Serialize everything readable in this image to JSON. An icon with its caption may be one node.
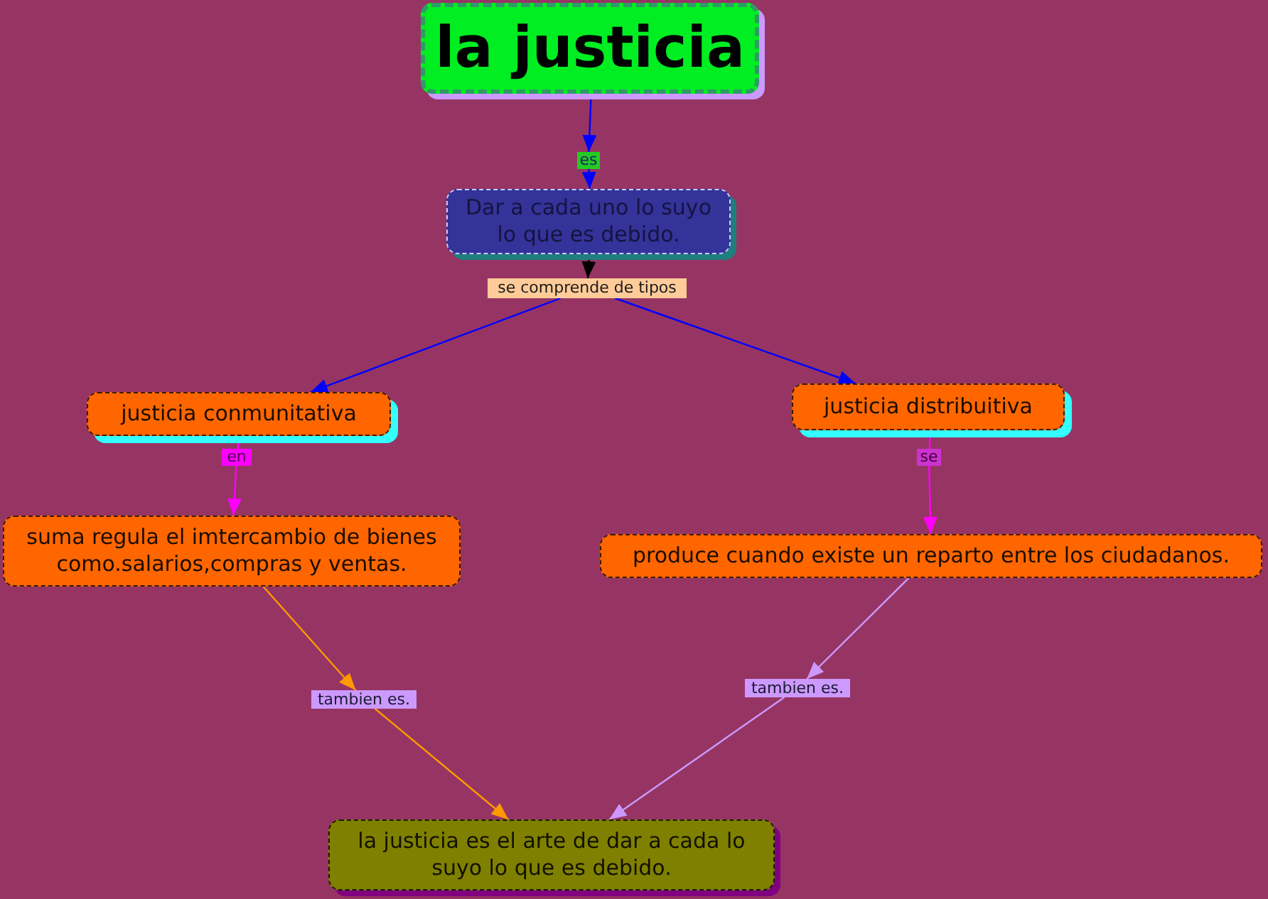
{
  "diagram": {
    "nodes": [
      {
        "text": [
          "la justicia"
        ]
      },
      {
        "text": [
          "es"
        ]
      },
      {
        "text": [
          "Dar a cada uno lo suyo lo que es debido."
        ]
      },
      {
        "text": [
          "se comprende de tipos"
        ]
      },
      {
        "text": [
          "justicia conmunitativa"
        ]
      },
      {
        "text": [
          "justicia distribuitiva"
        ]
      },
      {
        "text": [
          "en"
        ]
      },
      {
        "text": [
          "se"
        ]
      },
      {
        "text": [
          "suma regula el imtercambio de bienes como.salarios,compras y ventas."
        ]
      },
      {
        "text": [
          "produce cuando existe un reparto entre los ciudadanos."
        ]
      },
      {
        "text": [
          "tambien es."
        ]
      },
      {
        "text": [
          "tambien es."
        ]
      },
      {
        "text": [
          "la justicia es el arte de dar a cada lo suyo lo que es debido."
        ]
      }
    ],
    "edges": [
      {
        "from": 0,
        "to": 1,
        "arrow": "to"
      },
      {
        "from": 1,
        "to": 2,
        "arrow": "to"
      },
      {
        "from": 2,
        "to": 3,
        "arrow": "to",
        "color": "#000000"
      },
      {
        "from": 3,
        "to": 4,
        "arrow": "to"
      },
      {
        "from": 3,
        "to": 5,
        "arrow": "to"
      },
      {
        "from": 4,
        "to": 6,
        "arrow": "none",
        "color": "#ff00ff"
      },
      {
        "from": 6,
        "to": 8,
        "arrow": "to",
        "color": "#ff00ff"
      },
      {
        "from": 5,
        "to": 7,
        "arrow": "none",
        "color": "#ff00ff"
      },
      {
        "from": 7,
        "to": 9,
        "arrow": "to",
        "color": "#ff00ff"
      },
      {
        "from": 8,
        "to": 10,
        "arrow": "to",
        "color": "#ff9900"
      },
      {
        "from": 10,
        "to": 12,
        "arrow": "to",
        "color": "#ff9900"
      },
      {
        "from": 9,
        "to": 11,
        "arrow": "to",
        "color": "#cc99ff"
      },
      {
        "from": 11,
        "to": 12,
        "arrow": "to",
        "color": "#cc99ff"
      }
    ]
  }
}
